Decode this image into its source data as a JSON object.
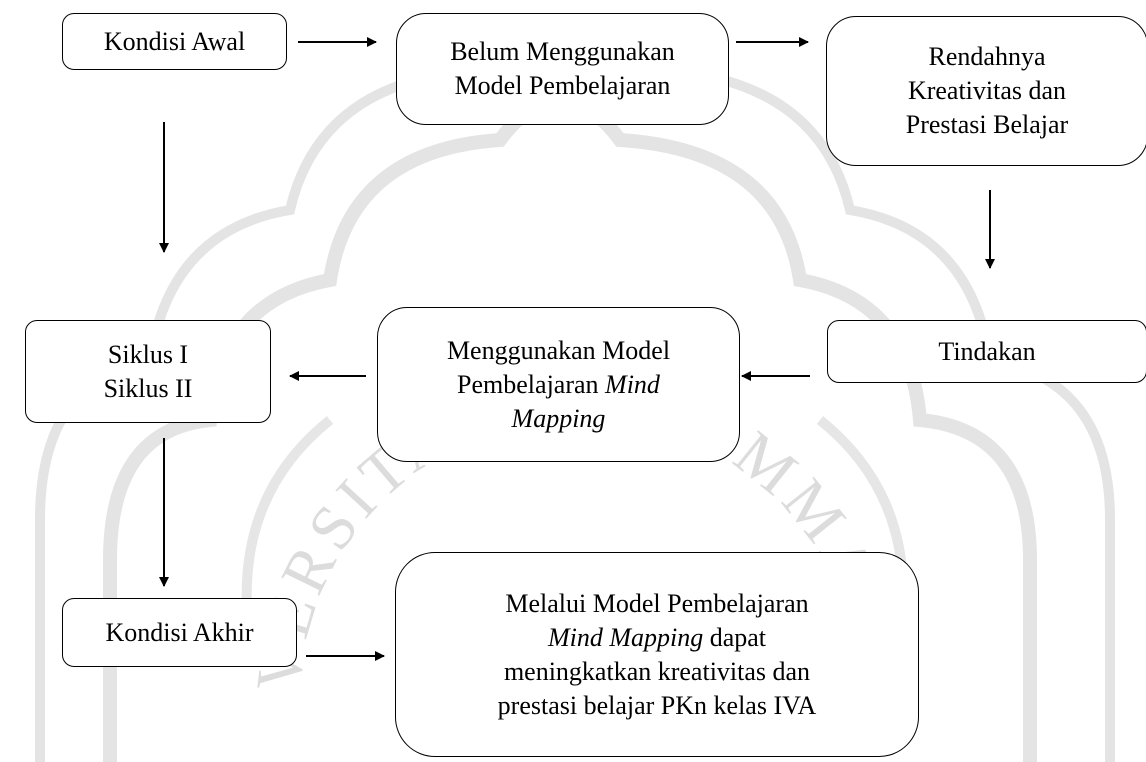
{
  "diagram": {
    "kondisi_awal": "Kondisi Awal",
    "belum": [
      "Belum Menggunakan",
      "Model Pembelajaran"
    ],
    "rendahnya": [
      "Rendahnya",
      "Kreativitas dan",
      "Prestasi Belajar"
    ],
    "tindakan": "Tindakan",
    "menggunakan": {
      "line1": "Menggunakan Model",
      "line2_normal": "Pembelajaran ",
      "line2_italic": "Mind",
      "line3_italic": "Mapping"
    },
    "siklus": [
      "Siklus I",
      "Siklus II"
    ],
    "kondisi_akhir": "Kondisi Akhir",
    "melalui": {
      "line1": "Melalui Model Pembelajaran",
      "line2_italic": "Mind Mapping",
      "line2_normal": " dapat",
      "line3": "meningkatkan kreativitas dan",
      "line4": "prestasi belajar PKn kelas IVA"
    }
  },
  "watermark": {
    "text": "UNIVERSITAS MUHAMMADIYAH",
    "color": "#dcdcdc"
  },
  "colors": {
    "line": "#000000",
    "box_fill": "#ffffff"
  }
}
